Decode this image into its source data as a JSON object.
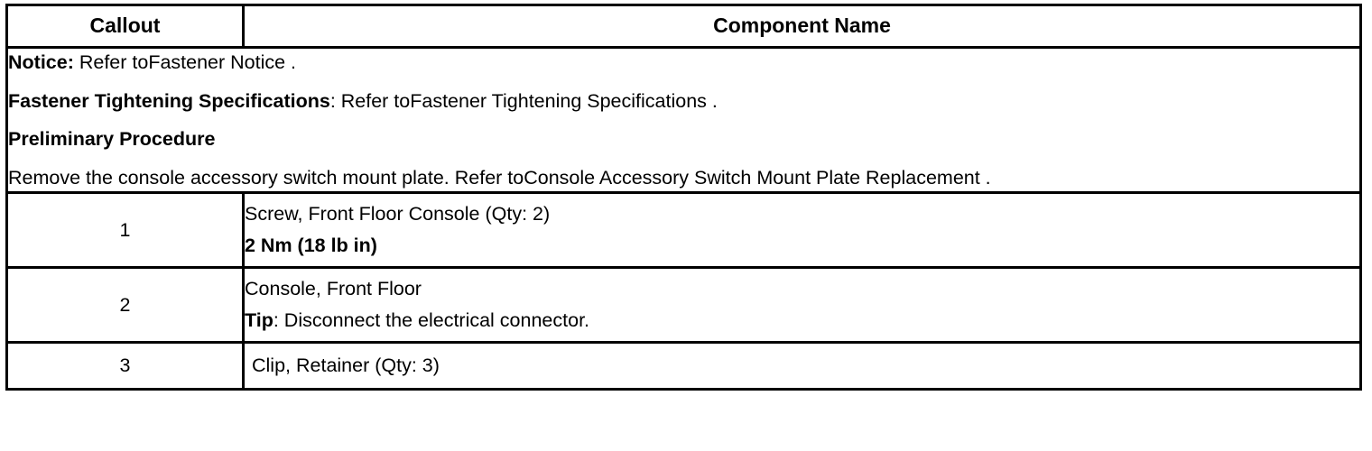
{
  "table": {
    "headers": {
      "callout": "Callout",
      "component_name": "Component Name"
    },
    "notice_block": {
      "notice_label": "Notice:",
      "notice_text": " Refer toFastener Notice .",
      "fastener_label": "Fastener Tightening Specifications",
      "fastener_text": ": Refer toFastener Tightening Specifications .",
      "preliminary_heading": "Preliminary Procedure",
      "preliminary_text": "Remove the console accessory switch mount plate. Refer toConsole Accessory Switch Mount Plate Replacement ."
    },
    "rows": [
      {
        "callout": "1",
        "name_line1": "Screw, Front Floor Console (Qty: 2)",
        "name_line2_bold": "2 Nm (18 lb in)"
      },
      {
        "callout": "2",
        "name_line1": "Console, Front Floor",
        "tip_label": "Tip",
        "tip_text": ": Disconnect the electrical connector."
      },
      {
        "callout": "3",
        "name_line1": "Clip, Retainer (Qty: 3)"
      }
    ]
  },
  "colors": {
    "border": "#000000",
    "text": "#000000",
    "background": "#ffffff"
  }
}
